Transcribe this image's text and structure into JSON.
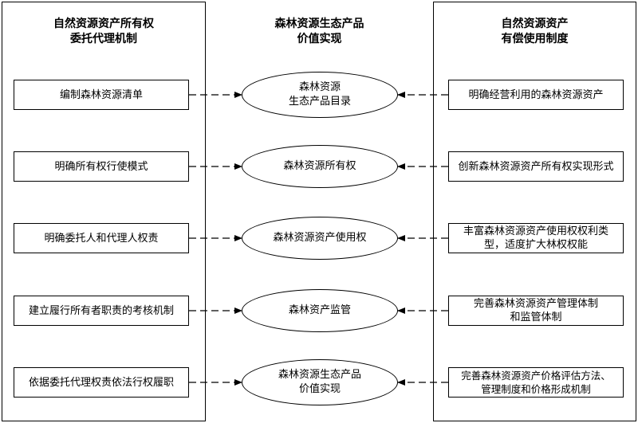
{
  "columns": {
    "left": {
      "title_line1": "自然资源资产所有权",
      "title_line2": "委托代理机制"
    },
    "center": {
      "title_line1": "森林资源生态产品",
      "title_line2": "价值实现"
    },
    "right": {
      "title_line1": "自然资源资产",
      "title_line2": "有偿使用制度"
    }
  },
  "rows": [
    {
      "left": {
        "line1": "编制森林资源清单",
        "line2": ""
      },
      "center": {
        "line1": "森林资源",
        "line2": "生态产品目录"
      },
      "right": {
        "line1": "明确经营利用的森林资源资产",
        "line2": ""
      }
    },
    {
      "left": {
        "line1": "明确所有权行使模式",
        "line2": ""
      },
      "center": {
        "line1": "森林资源所有权",
        "line2": ""
      },
      "right": {
        "line1": "创新森林资源资产所有权实现形式",
        "line2": ""
      }
    },
    {
      "left": {
        "line1": "明确委托人和代理人权责",
        "line2": ""
      },
      "center": {
        "line1": "森林资源资产使用权",
        "line2": ""
      },
      "right": {
        "line1": "丰富森林资源资产使用权权利类",
        "line2": "型，适度扩大林权权能"
      }
    },
    {
      "left": {
        "line1": "建立履行所有者职责的考核机制",
        "line2": ""
      },
      "center": {
        "line1": "森林资产监管",
        "line2": ""
      },
      "right": {
        "line1": "完善森林资源资产管理体制",
        "line2": "和监管体制"
      }
    },
    {
      "left": {
        "line1": "依据委托代理权责依法行权履职",
        "line2": ""
      },
      "center": {
        "line1": "森林资源生态产品",
        "line2": "价值实现"
      },
      "right": {
        "line1": "完善森林资源资产价格评估方法、",
        "line2": "管理制度和价格形成机制"
      }
    }
  ]
}
